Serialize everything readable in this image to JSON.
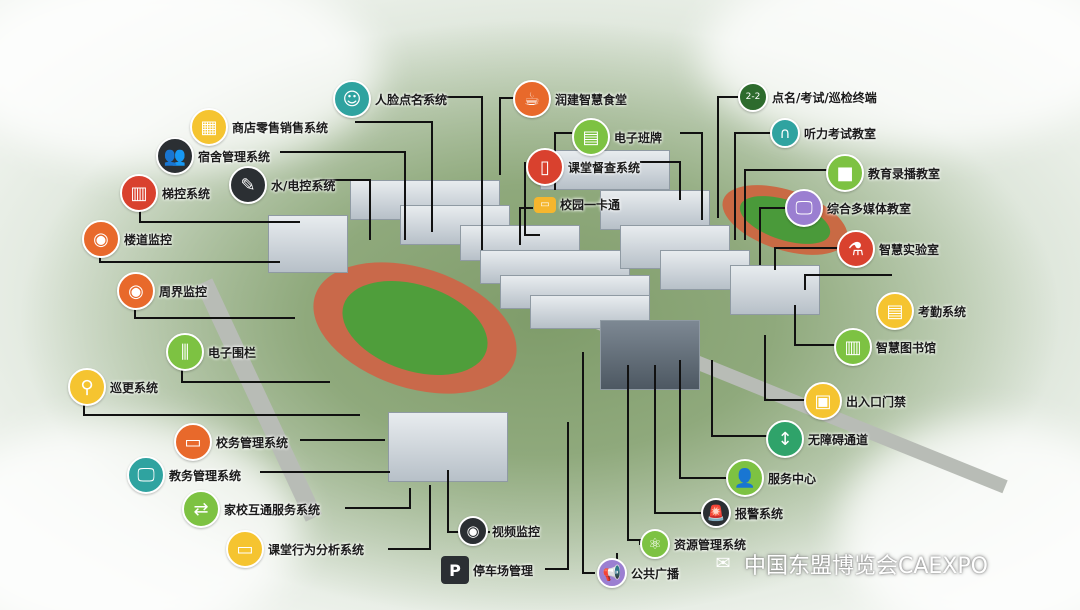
{
  "labels": {
    "face_roll_call": "人脸点名系统",
    "canteen": "润建智慧食堂",
    "exam_terminal": "点名/考试/巡检终端",
    "retail": "商店零售销售系统",
    "e_class_sign": "电子班牌",
    "listening_room": "听力考试教室",
    "dorm": "宿舍管理系统",
    "classroom_inspection": "课堂督查系统",
    "water_power": "水/电控系统",
    "recording_room": "教育录播教室",
    "elevator": "梯控系统",
    "campus_card": "校园一卡通",
    "multimedia_room": "综合多媒体教室",
    "corridor_monitor": "楼道监控",
    "smart_lab": "智慧实验室",
    "perimeter_monitor": "周界监控",
    "attendance": "考勤系统",
    "e_fence": "电子围栏",
    "smart_library": "智慧图书馆",
    "patrol": "巡更系统",
    "access_gate": "出入口门禁",
    "school_affairs": "校务管理系统",
    "barrier_free": "无障碍通道",
    "teaching_affairs": "教务管理系统",
    "service_center": "服务中心",
    "home_school": "家校互通服务系统",
    "alarm": "报警系统",
    "video_monitor": "视频监控",
    "resource_mgmt": "资源管理系统",
    "classroom_behavior": "课堂行为分析系统",
    "parking": "停车场管理",
    "broadcast": "公共广播"
  },
  "icons": {
    "face_roll_call": "face-icon",
    "canteen": "cup-icon",
    "exam_terminal": "terminal-icon",
    "retail": "shop-icon",
    "e_class_sign": "class-sign-icon",
    "listening_room": "headphones-icon",
    "dorm": "people-icon",
    "classroom_inspection": "phone-icon",
    "water_power": "wrench-icon",
    "recording_room": "video-camera-icon",
    "elevator": "elevator-icon",
    "campus_card": "card-icon",
    "multimedia_room": "monitor-icon",
    "corridor_monitor": "eye-icon",
    "smart_lab": "flask-icon",
    "perimeter_monitor": "eye-icon",
    "attendance": "clipboard-icon",
    "e_fence": "fence-icon",
    "smart_library": "books-icon",
    "patrol": "patrol-icon",
    "access_gate": "id-card-icon",
    "school_affairs": "presentation-icon",
    "barrier_free": "updown-arrow-icon",
    "teaching_affairs": "computer-icon",
    "service_center": "person-icon",
    "home_school": "sync-icon",
    "alarm": "alarm-icon",
    "video_monitor": "eye-icon",
    "resource_mgmt": "atom-icon",
    "classroom_behavior": "blackboard-icon",
    "parking": "parking-icon",
    "broadcast": "megaphone-icon"
  },
  "colors": {
    "line": "#111111",
    "text": "#1a1a1a",
    "green": "#7dc242",
    "yellow": "#f5c430",
    "orange": "#e8692b",
    "teal": "#2fa3a0",
    "purple": "#9b7fd1",
    "red": "#d9412e",
    "dark": "#2b2f33"
  },
  "watermark": {
    "text": "中国东盟博览会CAEXPO",
    "icon": "wechat-icon"
  }
}
